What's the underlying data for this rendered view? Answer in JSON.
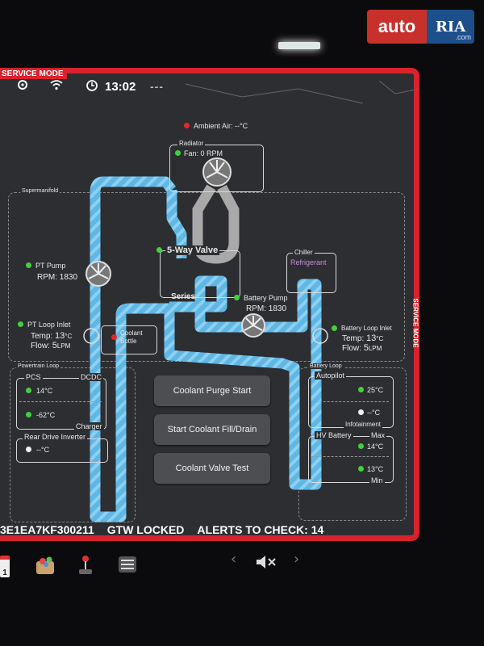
{
  "watermark": {
    "brand_left": "auto",
    "brand_right": "RIA",
    "domain": ".com"
  },
  "service_mode": {
    "top_label": "SERVICE MODE",
    "side_label": "SERVICE MODE"
  },
  "status_bar": {
    "time": "13:02",
    "extra": "---"
  },
  "ambient": {
    "label": "Ambient Air:",
    "value": "--°C",
    "status": "red"
  },
  "radiator": {
    "title": "Radiator",
    "fan_label": "Fan: 0 RPM"
  },
  "supermanifold": {
    "title": "Supermanifold"
  },
  "five_way_valve": {
    "label": "5-Way Valve",
    "mode": "Series"
  },
  "chiller": {
    "title": "Chiller",
    "mode": "Refrigerant"
  },
  "pt_pump": {
    "title": "PT Pump",
    "rpm_label": "RPM:",
    "rpm": "1830"
  },
  "battery_pump": {
    "title": "Battery Pump",
    "rpm_label": "RPM:",
    "rpm": "1830"
  },
  "pt_loop_inlet": {
    "title": "PT Loop Inlet",
    "temp_label": "Temp:",
    "temp": "13",
    "temp_unit": "°C",
    "flow_label": "Flow:",
    "flow": "5",
    "flow_unit": "LPM"
  },
  "battery_loop_inlet": {
    "title": "Battery Loop Inlet",
    "temp_label": "Temp:",
    "temp": "13",
    "temp_unit": "°C",
    "flow_label": "Flow:",
    "flow": "5",
    "flow_unit": "LPM"
  },
  "coolant_bottle": {
    "label": "Coolant Bottle"
  },
  "powertrain_loop": {
    "title": "Powertrain Loop",
    "pcs": "PCS",
    "dcdc": "DCDC",
    "t1": "14°C",
    "t2": "-62°C",
    "charger": "Charger",
    "rear_drive_inverter": "Rear Drive Inverter",
    "t3": "--°C"
  },
  "battery_loop": {
    "title": "Battery Loop",
    "autopilot": "Autopilot",
    "t1": "25°C",
    "t2": "--°C",
    "infotainment": "Infotainment",
    "hv_battery": "HV Battery",
    "max": "Max",
    "t3": "14°C",
    "t4": "13°C",
    "min": "Min"
  },
  "buttons": {
    "purge": "Coolant Purge Start",
    "fill_drain": "Start Coolant Fill/Drain",
    "valve_test": "Coolant Valve Test"
  },
  "footer": {
    "vin": "3E1EA7KF300211",
    "gtw": "GTW LOCKED",
    "alerts": "ALERTS TO CHECK: 14"
  },
  "dock": {
    "calendar_day": "1",
    "nav_left": "‹",
    "nav_right": "›"
  },
  "colors": {
    "frame_red": "#d8222c",
    "pipe_blue": "#5fb7e6",
    "pipe_grey": "#aaaaaa",
    "ok_green": "#42d13d",
    "alert_red": "#e3282c",
    "refrigerant_purple": "#c58bd6"
  }
}
